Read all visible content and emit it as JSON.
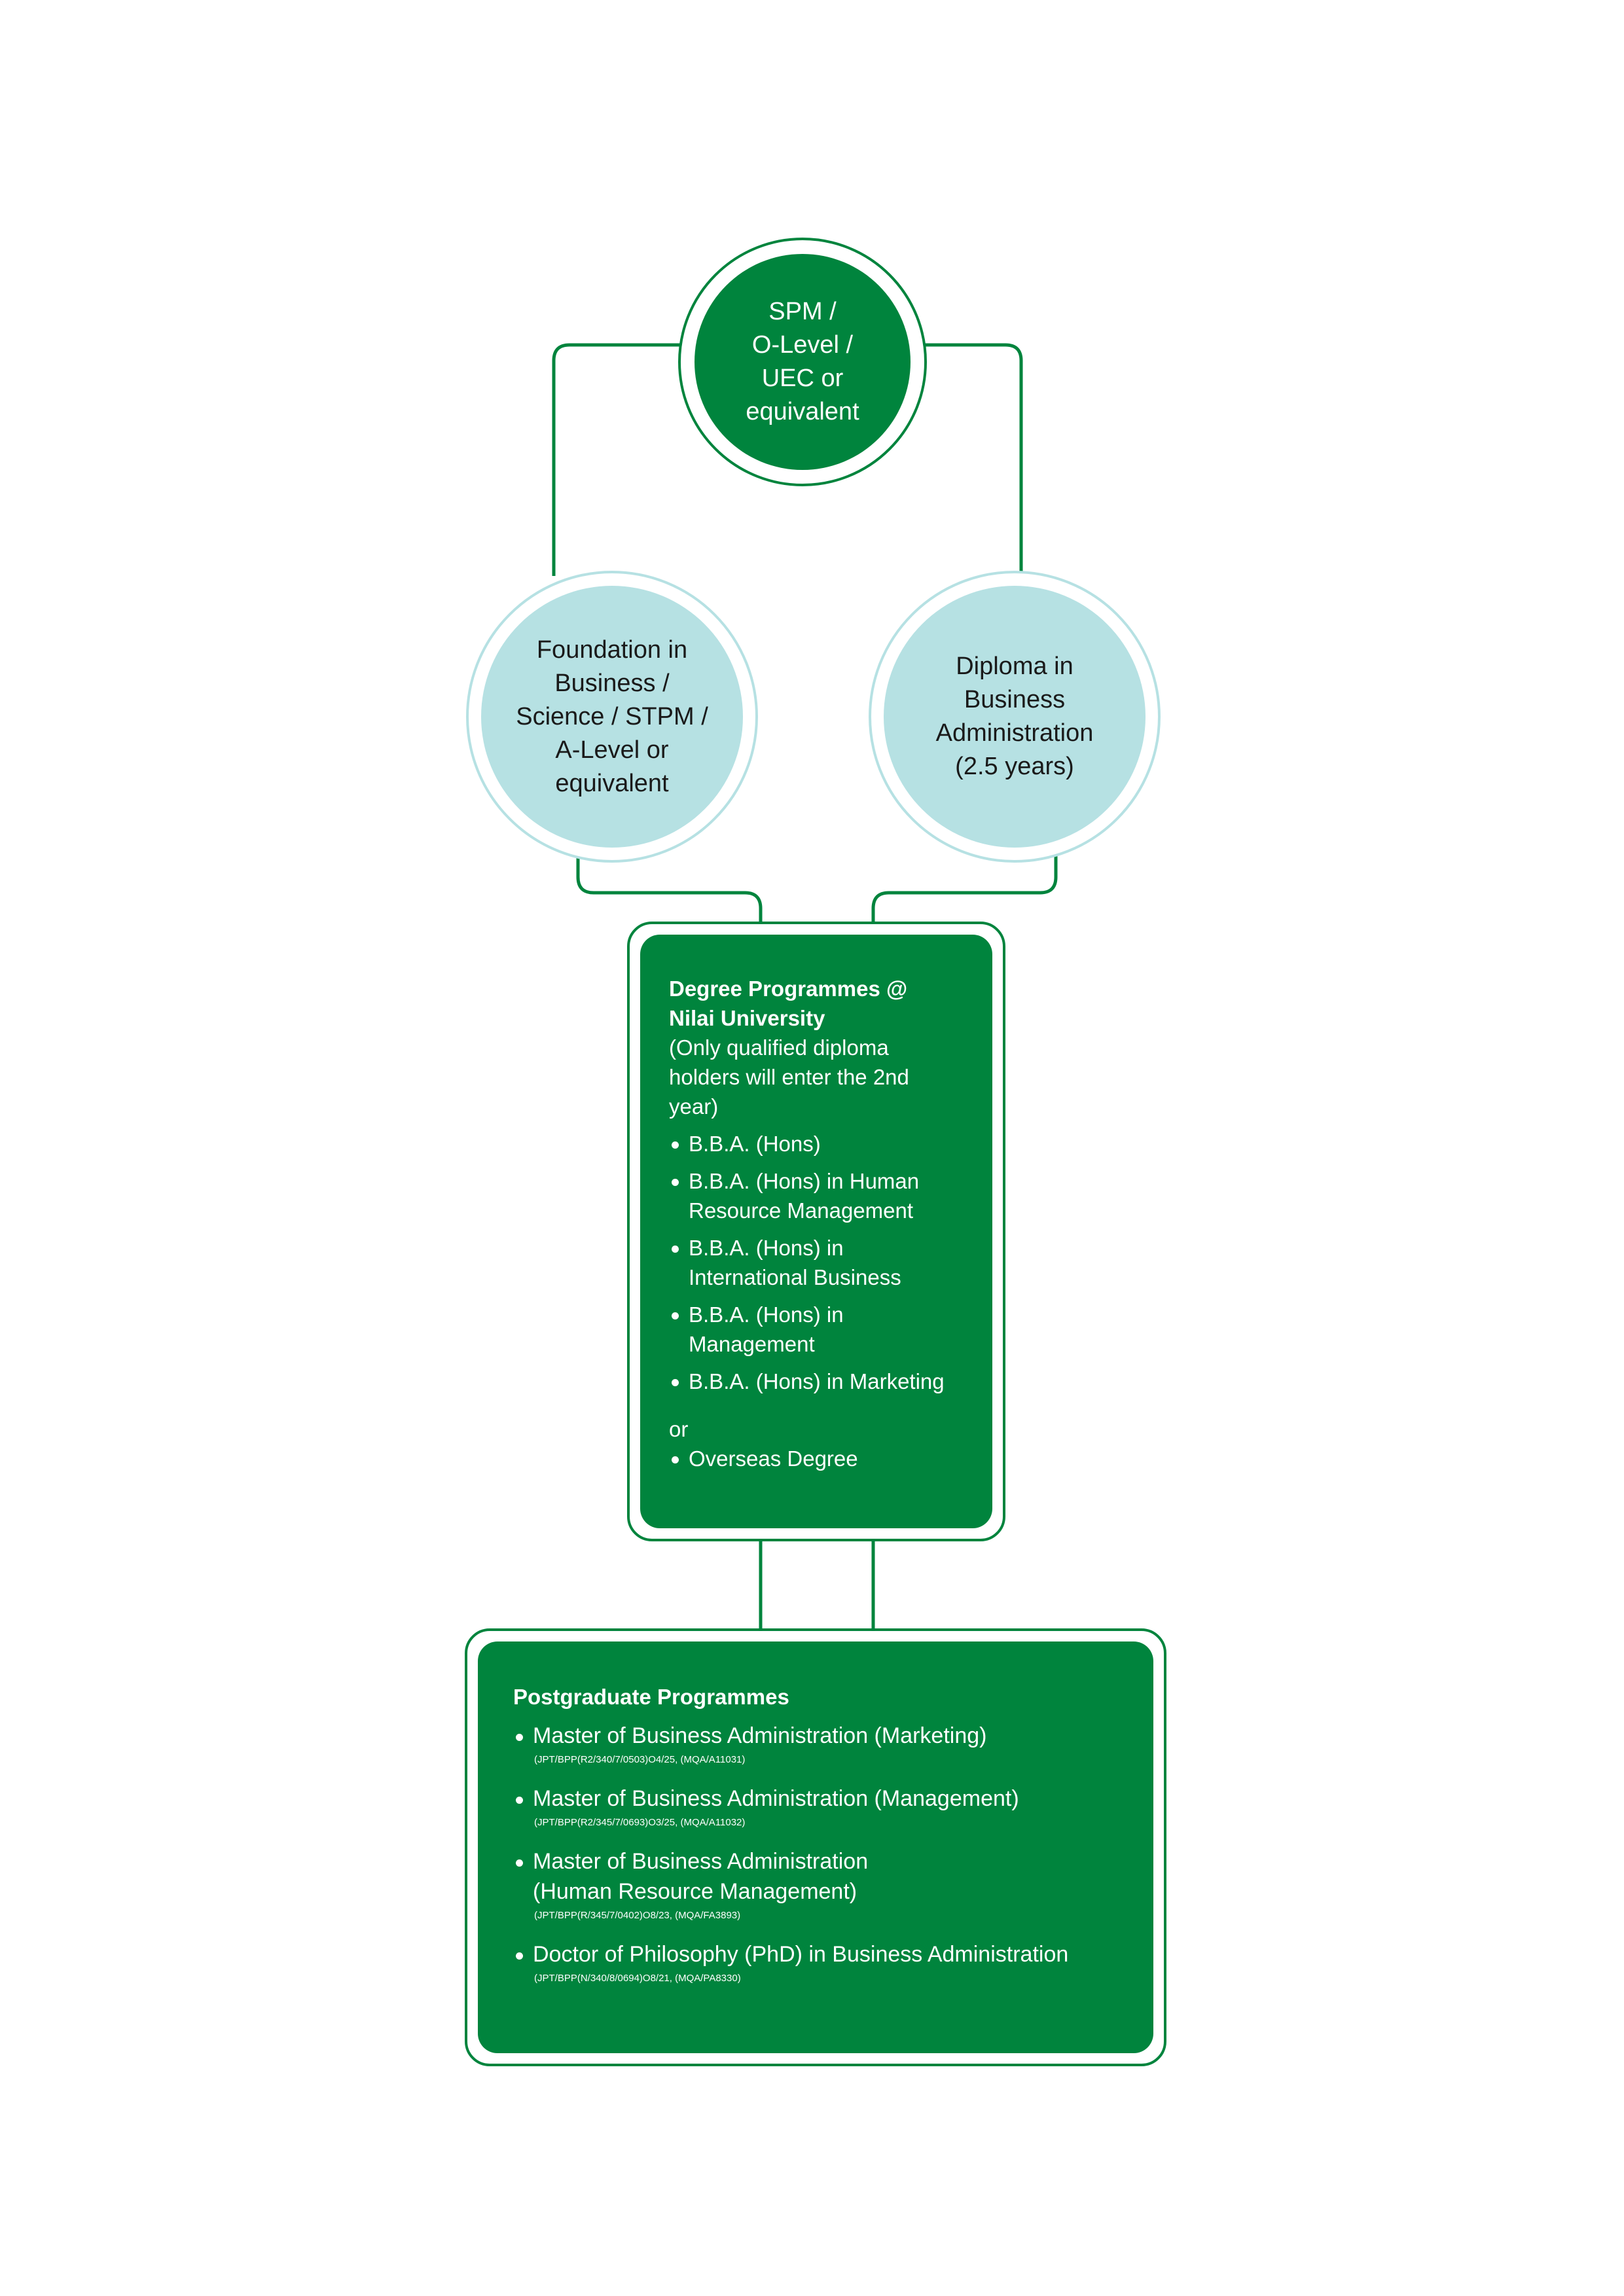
{
  "colors": {
    "primary_green": "#00843d",
    "light_teal": "#b6e1e3",
    "ring_teal": "#b6e1e3",
    "background": "#ffffff"
  },
  "entry": {
    "lines": [
      "SPM /",
      "O-Level /",
      "UEC or",
      "equivalent"
    ]
  },
  "foundation": {
    "lines": [
      "Foundation in",
      "Business /",
      "Science / STPM /",
      "A-Level or",
      "equivalent"
    ]
  },
  "diploma": {
    "lines": [
      "Diploma in",
      "Business",
      "Administration",
      "(2.5 years)"
    ]
  },
  "degree": {
    "title_lines": [
      "Degree Programmes @",
      "Nilai University"
    ],
    "note_lines": [
      "(Only qualified diploma",
      "holders will enter the 2nd",
      "year)"
    ],
    "programmes": [
      [
        "B.B.A. (Hons)"
      ],
      [
        "B.B.A. (Hons) in Human",
        "Resource Management"
      ],
      [
        "B.B.A. (Hons) in",
        "International Business"
      ],
      [
        "B.B.A. (Hons) in",
        "Management"
      ],
      [
        "B.B.A. (Hons) in Marketing"
      ]
    ],
    "or_label": "or",
    "alternative": "Overseas Degree"
  },
  "postgraduate": {
    "title": "Postgraduate Programmes",
    "programmes": [
      {
        "name_lines": [
          "Master of Business Administration (Marketing)"
        ],
        "code": "(JPT/BPP(R2/340/7/0503)O4/25, (MQA/A11031)"
      },
      {
        "name_lines": [
          "Master of Business Administration (Management)"
        ],
        "code": "(JPT/BPP(R2/345/7/0693)O3/25, (MQA/A11032)"
      },
      {
        "name_lines": [
          "Master of Business Administration",
          "(Human Resource Management)"
        ],
        "code": "(JPT/BPP(R/345/7/0402)O8/23, (MQA/FA3893)"
      },
      {
        "name_lines": [
          "Doctor of Philosophy (PhD) in Business Administration"
        ],
        "code": "(JPT/BPP(N/340/8/0694)O8/21, (MQA/PA8330)"
      }
    ]
  }
}
